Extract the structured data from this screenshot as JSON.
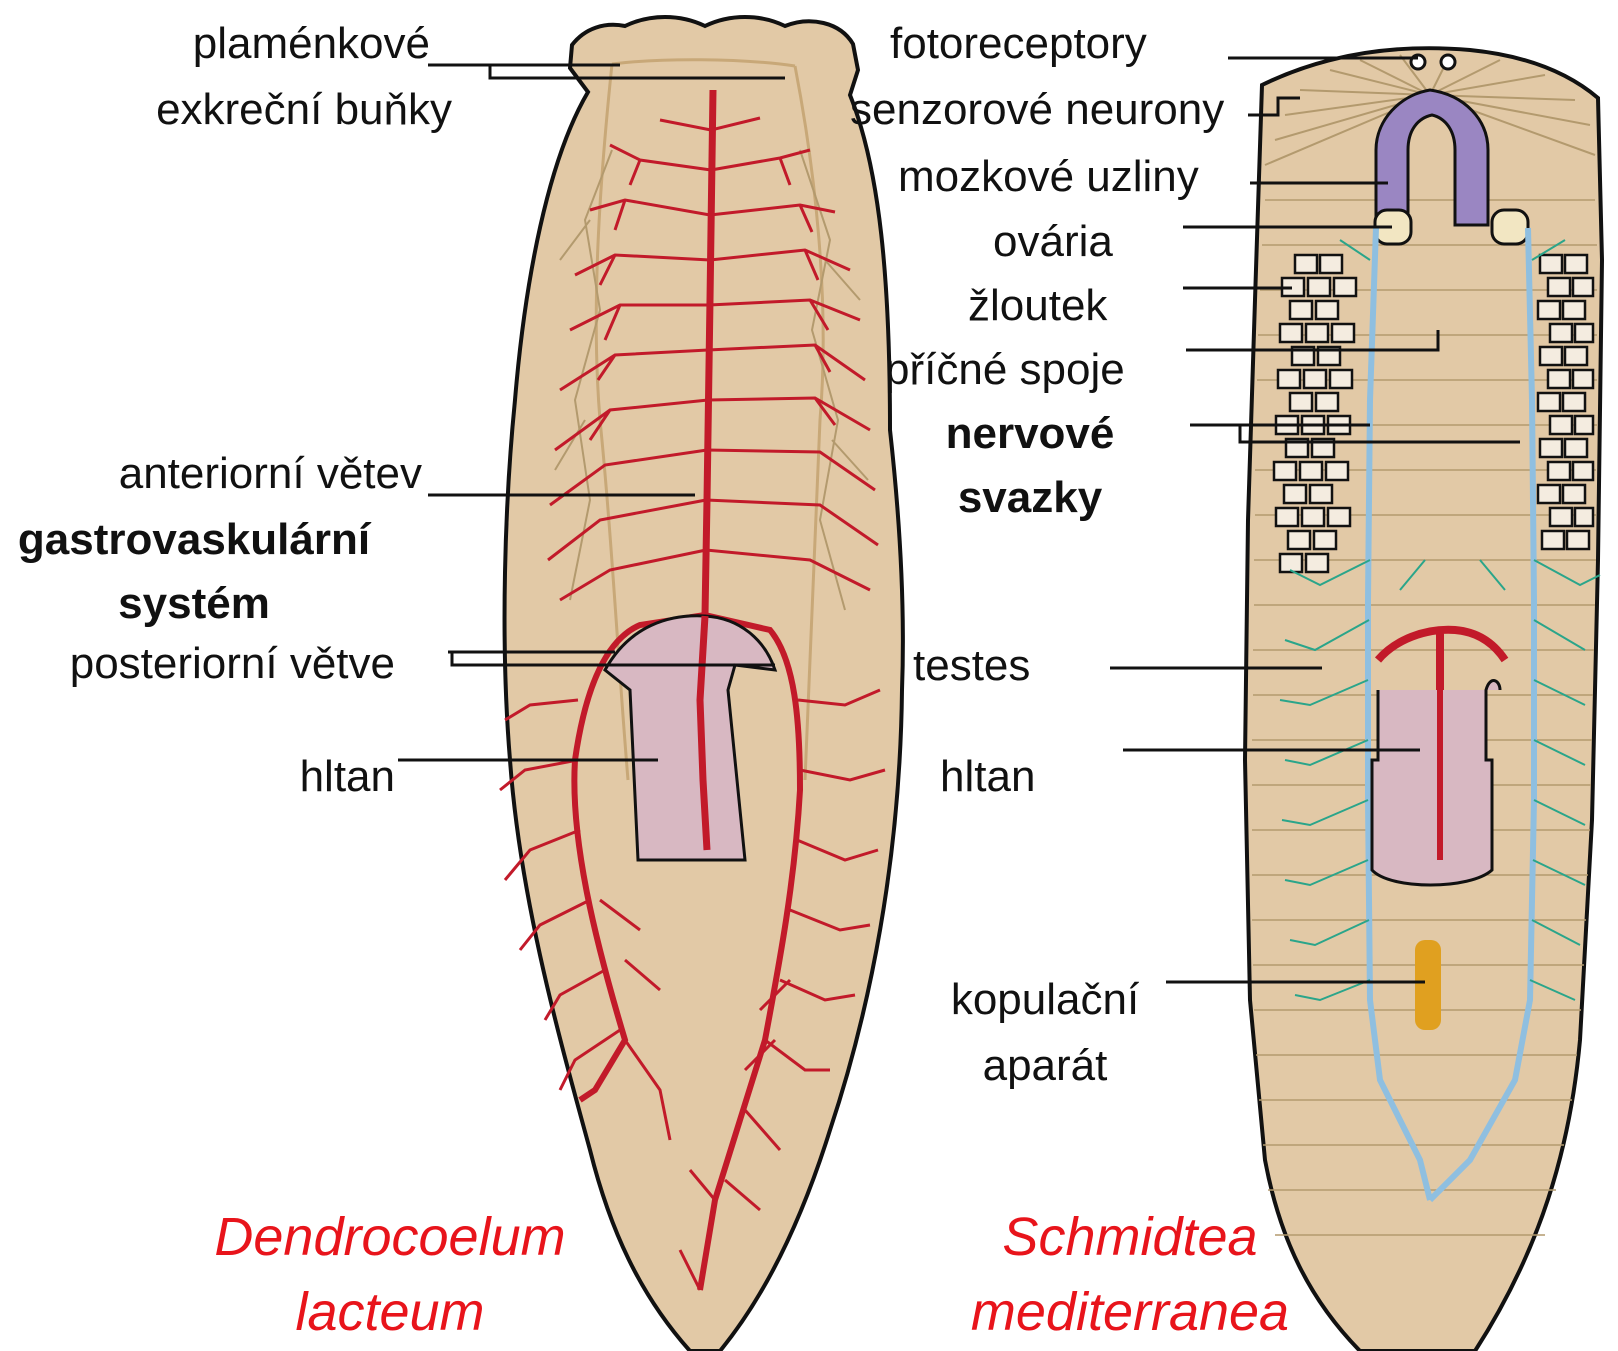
{
  "colors": {
    "body_fill": "#e2c9a6",
    "gut": "#c21a2a",
    "nerve_cord": "#8fbfe0",
    "nerve_branch": "#2aa58a",
    "brain": "#9a86c2",
    "pharynx": "#d8b8c2",
    "copulatory": "#e0a020",
    "species_label": "#e8141b",
    "outline": "#111111"
  },
  "left_specimen": {
    "species_line1": "Dendrocoelum",
    "species_line2": "lacteum",
    "labels": {
      "flame_cells_1": "plaménkové",
      "flame_cells_2": "exkreční buňky",
      "anterior_branch": "anteriorní větev",
      "gastro_1": "gastrovaskulární",
      "gastro_2": "systém",
      "posterior_branches": "posteriorní větve",
      "pharynx": "hltan"
    }
  },
  "right_specimen": {
    "species_line1": "Schmidtea",
    "species_line2": "mediterranea",
    "labels": {
      "photoreceptors": "fotoreceptory",
      "sensory_neurons": "senzorové neurony",
      "brain_ganglia": "mozkové uzliny",
      "ovaries": "ovária",
      "yolk": "žloutek",
      "commissures": "příčné spoje",
      "nerve_cords_1": "nervové",
      "nerve_cords_2": "svazky",
      "testes": "testes",
      "pharynx": "hltan",
      "copulatory_1": "kopulační",
      "copulatory_2": "aparát"
    }
  }
}
